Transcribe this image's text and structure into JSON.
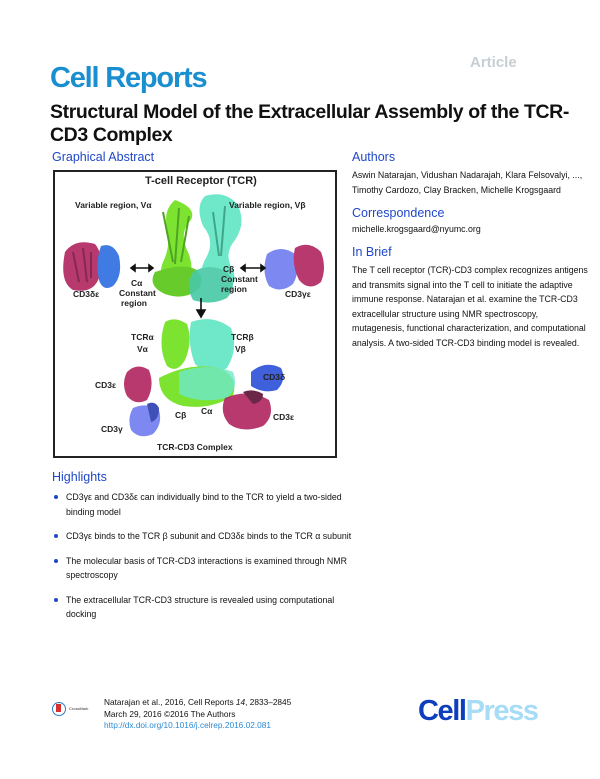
{
  "header": {
    "article_tag": "Article",
    "journal": "Cell Reports",
    "title": "Structural Model of the Extracellular Assembly of the TCR-CD3 Complex"
  },
  "graphical_abstract": {
    "heading": "Graphical Abstract",
    "figure": {
      "title": "T-cell Receptor (TCR)",
      "labels": {
        "variable_alpha": "Variable region, Vα",
        "variable_beta": "Variable region, Vβ",
        "c_alpha": "Cα",
        "c_alpha_constant": "Constant",
        "c_alpha_region": "region",
        "c_beta": "Cβ",
        "c_beta_constant": "Constant",
        "c_beta_region": "region",
        "cd3_delta_epsilon": "CD3δε",
        "cd3_gamma_epsilon": "CD3γε",
        "tcr_alpha": "TCRα",
        "v_alpha": "Vα",
        "tcr_beta": "TCRβ",
        "v_beta": "Vβ",
        "cd3_epsilon_left": "CD3ε",
        "cd3_gamma": "CD3γ",
        "c_beta_bottom": "Cβ",
        "c_alpha_bottom": "Cα",
        "cd3_delta": "CD3δ",
        "cd3_epsilon_right": "CD3ε",
        "complex_caption": "TCR-CD3 Complex"
      },
      "colors": {
        "tcr_alpha": "#6ee01a",
        "tcr_beta": "#5fe6c4",
        "cd3_epsilon": "#b0245f",
        "cd3_gamma": "#6f7df0",
        "cd3_delta": "#2b4fd8"
      }
    }
  },
  "authors": {
    "heading": "Authors",
    "text": "Aswin Natarajan, Vidushan Nadarajah, Klara Felsovalyi, ..., Timothy Cardozo, Clay Bracken, Michelle Krogsgaard"
  },
  "correspondence": {
    "heading": "Correspondence",
    "email": "michelle.krogsgaard@nyumc.org"
  },
  "in_brief": {
    "heading": "In Brief",
    "text": "The T cell receptor (TCR)-CD3 complex recognizes antigens and transmits signal into the T cell to initiate the adaptive immune response. Natarajan et al. examine the TCR-CD3 extracellular structure using NMR spectroscopy, mutagenesis, functional characterization, and computational analysis. A two-sided TCR-CD3 binding model is revealed."
  },
  "highlights": {
    "heading": "Highlights",
    "items": [
      "CD3γε and CD3δε can individually bind to the TCR to yield a two-sided binding model",
      "CD3γε binds to the TCR β subunit and CD3δε binds to the TCR α subunit",
      "The molecular basis of TCR-CD3 interactions is examined through NMR spectroscopy",
      "The extracellular TCR-CD3 structure is revealed using computational docking"
    ]
  },
  "footer": {
    "crossmark_label": "CrossMark",
    "citation_line1": "Natarajan et al., 2016, Cell Reports ",
    "citation_volume": "14",
    "citation_pages": ", 2833–2845",
    "citation_line2": "March 29, 2016 ©2016 The Authors",
    "doi": "http://dx.doi.org/10.1016/j.celrep.2016.02.081",
    "publisher_cell": "Cell",
    "publisher_press": "Press"
  }
}
